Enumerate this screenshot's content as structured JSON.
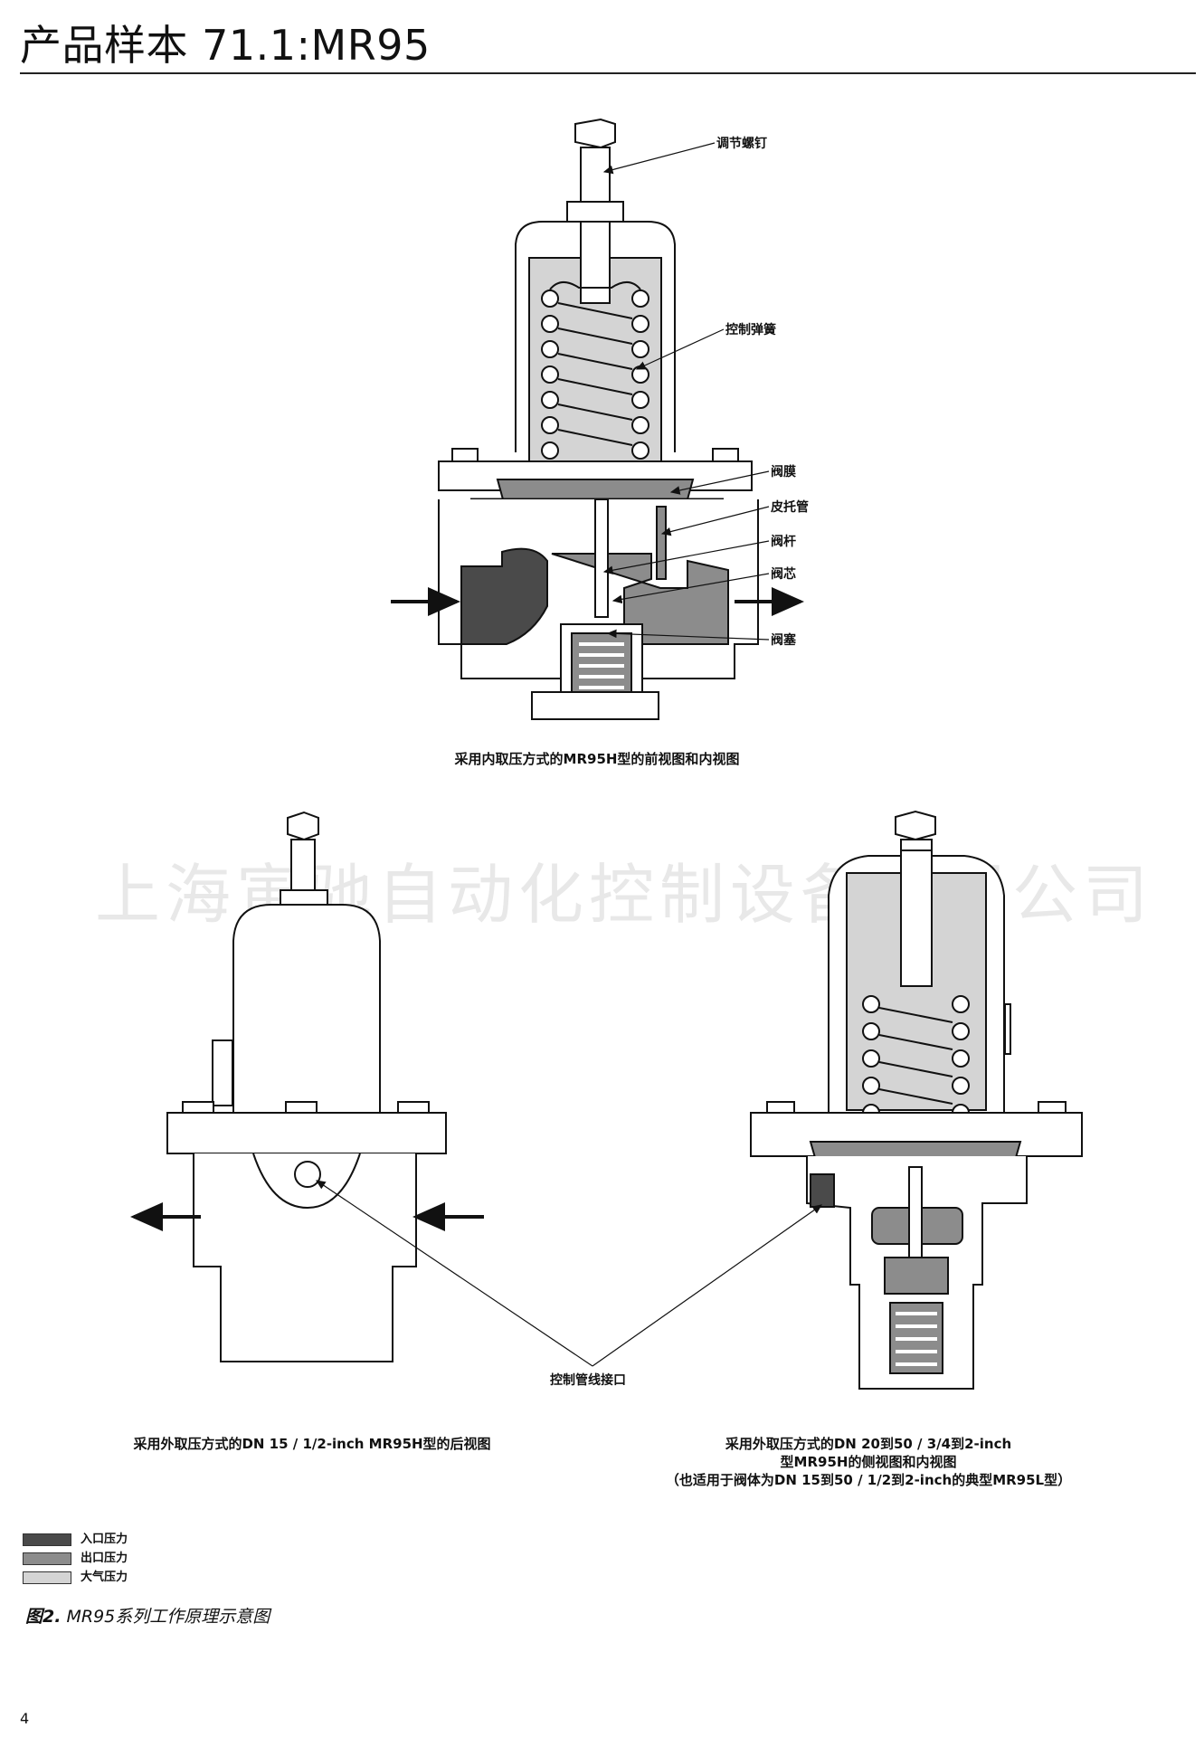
{
  "header": {
    "title": "产品样本 71.1:MR95"
  },
  "watermark": "上海寅驰自动化控制设备有限公司",
  "top_figure": {
    "labels": {
      "adjust_screw": "调节螺钉",
      "control_spring": "控制弹簧",
      "diaphragm": "阀膜",
      "pitot_tube": "皮托管",
      "stem": "阀杆",
      "valve_core": "阀芯",
      "valve_plug": "阀塞"
    },
    "caption": "采用内取压方式的MR95H型的前视图和内视图"
  },
  "bottom_left": {
    "caption": "采用外取压方式的DN 15 / 1/2-inch MR95H型的后视图"
  },
  "bottom_right": {
    "caption_line1": "采用外取压方式的DN 20到50 / 3/4到2-inch",
    "caption_line2": "型MR95H的侧视图和内视图",
    "caption_line3": "（也适用于阀体为DN 15到50 / 1/2到2-inch的典型MR95L型）"
  },
  "control_line_label": "控制管线接口",
  "legend": [
    {
      "label": "入口压力",
      "color": "#4a4a4a"
    },
    {
      "label": "出口压力",
      "color": "#8c8c8c"
    },
    {
      "label": "大气压力",
      "color": "#d4d4d4"
    }
  ],
  "figure_caption": {
    "number": "图2.",
    "text": " MR95系列工作原理示意图"
  },
  "page_number": "4"
}
